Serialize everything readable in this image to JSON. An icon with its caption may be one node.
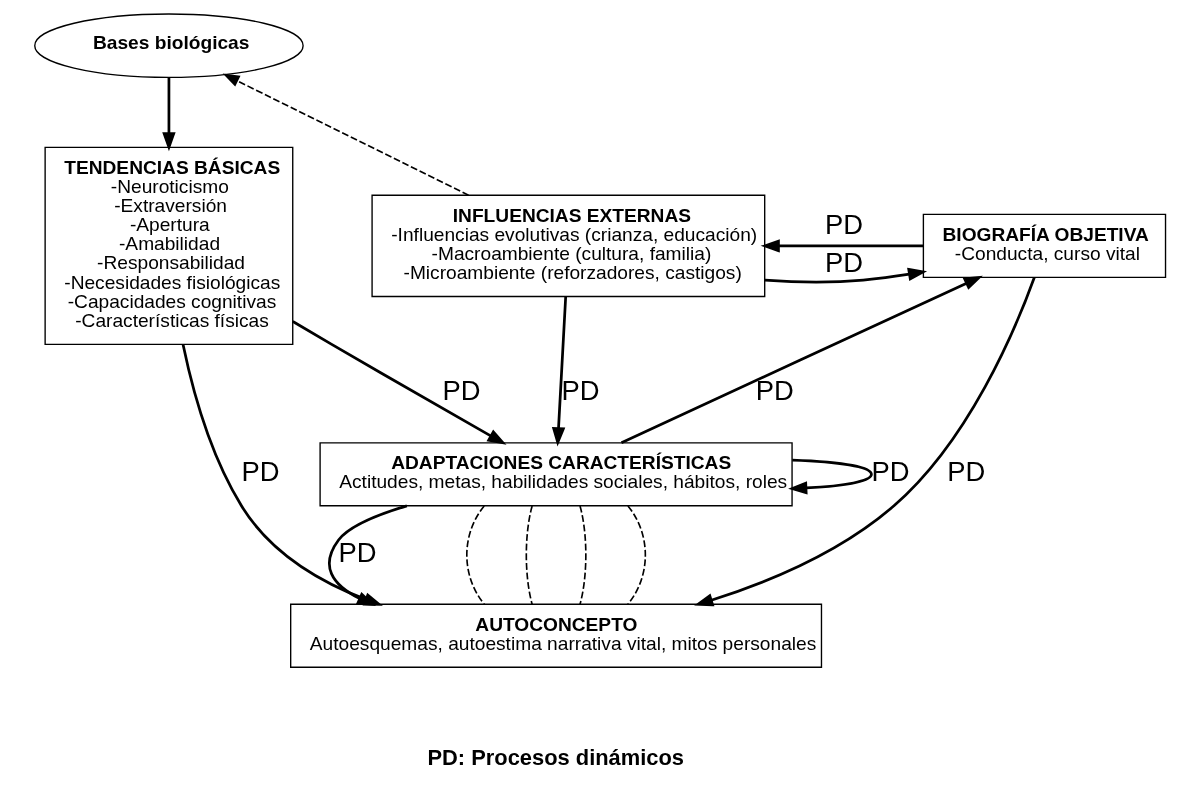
{
  "diagram": {
    "nodes": [
      {
        "text": [
          "Bases biológicas"
        ]
      },
      {
        "text": [
          "TENDENCIAS BÁSICAS",
          "-Neuroticismo",
          "-Extraversión",
          "-Apertura",
          "-Amabilidad",
          "-Responsabilidad",
          "-Necesidades fisiológicas",
          "-Capacidades cognitivas",
          "-Características físicas"
        ]
      },
      {
        "text": [
          "BIOGRAFÍA OBJETIVA",
          "-Conducta, curso vital"
        ]
      },
      {
        "text": [
          "INFLUENCIAS EXTERNAS",
          "-Influencias evolutivas (crianza, educación)",
          "-Macroambiente (cultura, familia)",
          "-Microambiente (reforzadores, castigos)"
        ]
      },
      {
        "text": [
          "ADAPTACIONES CARACTERÍSTICAS",
          "Actitudes, metas, habilidades sociales, hábitos, roles"
        ]
      },
      {
        "text": [
          "AUTOCONCEPTO",
          "Autoesquemas, autoestima narrativa vital, mitos personales"
        ]
      }
    ],
    "edges": [
      {
        "from": 3,
        "to": 0,
        "arrow": "to",
        "style": "dashed"
      },
      {
        "from": 0,
        "to": 1,
        "arrow": "to"
      },
      {
        "from": 1,
        "to": 4,
        "arrow": "to",
        "label": "PD"
      },
      {
        "from": 4,
        "to": 4,
        "arrow": "to",
        "label": "PD"
      },
      {
        "from": 4,
        "to": 2,
        "arrow": "to",
        "label": "PD"
      },
      {
        "from": 2,
        "to": 3,
        "arrow": "to",
        "label": "PD"
      },
      {
        "from": 3,
        "to": 2,
        "arrow": "to",
        "label": "PD"
      },
      {
        "from": 2,
        "to": 5,
        "arrow": "to",
        "label": "PD"
      },
      {
        "from": 3,
        "to": 4,
        "arrow": "to",
        "label": "PD"
      },
      {
        "from": 4,
        "to": 5,
        "arrow": "to",
        "label": "PD"
      },
      {
        "from": 1,
        "to": 5,
        "arrow": "to",
        "label": "PD"
      },
      {
        "from": 4,
        "to": 5,
        "arrow": "none",
        "style": "dashed"
      },
      {
        "from": 4,
        "to": 5,
        "arrow": "none",
        "style": "dashed"
      },
      {
        "from": 4,
        "to": 5,
        "arrow": "none",
        "style": "dashed"
      },
      {
        "from": 4,
        "to": 5,
        "arrow": "none",
        "style": "dashed"
      }
    ],
    "labels": [
      "PD: Procesos dinámicos"
    ]
  }
}
